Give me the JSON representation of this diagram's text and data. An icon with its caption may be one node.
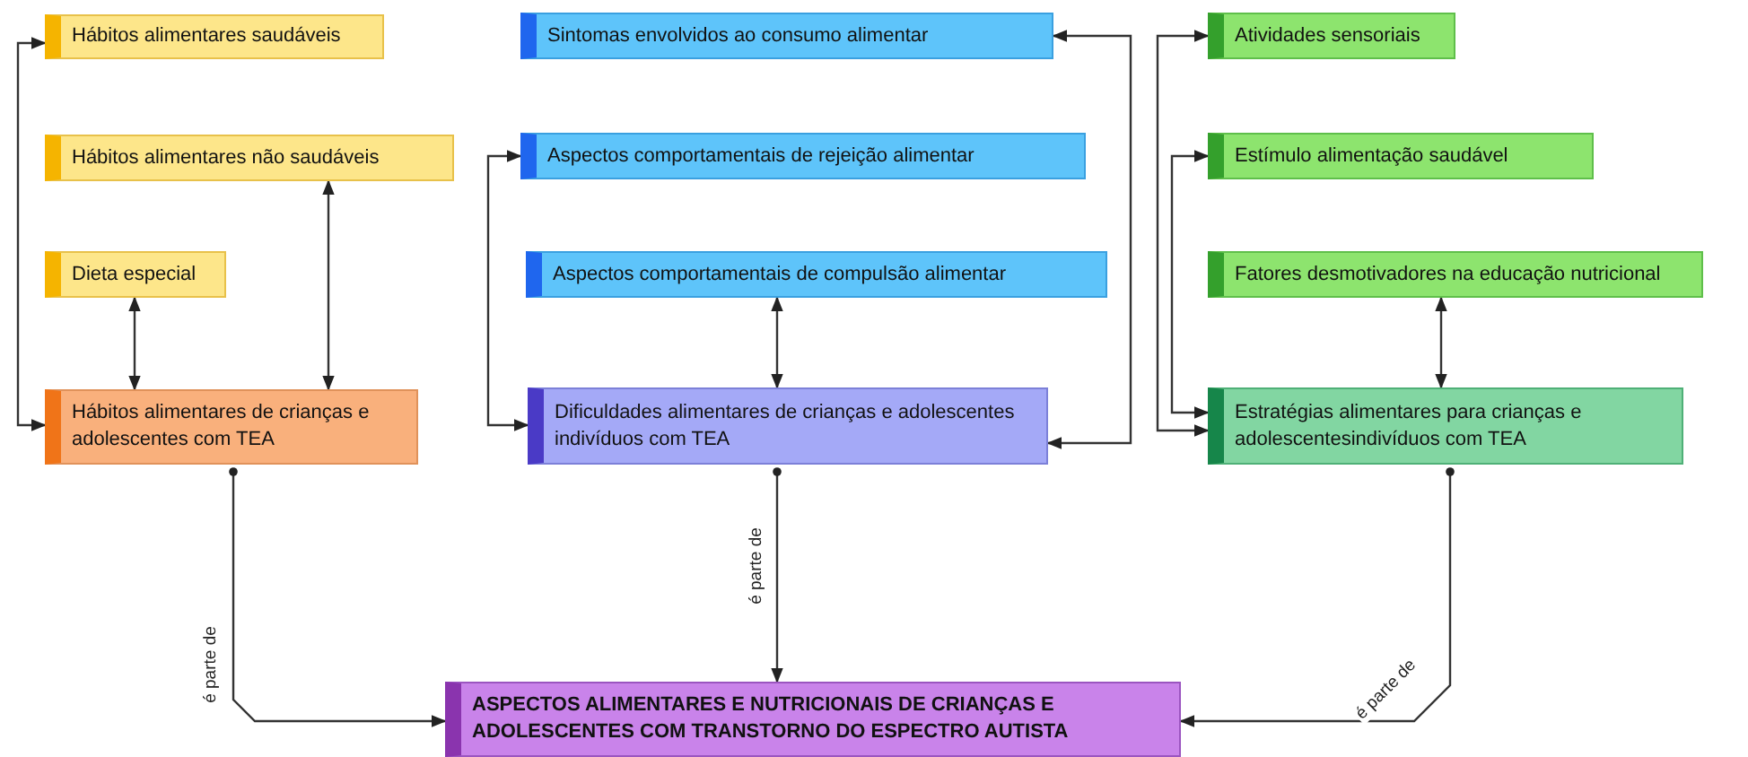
{
  "diagram": {
    "nodes": [
      {
        "text": [
          "Hábitos alimentares saudáveis"
        ]
      },
      {
        "text": [
          "Hábitos alimentares não saudáveis"
        ]
      },
      {
        "text": [
          "Dieta especial"
        ]
      },
      {
        "text": [
          "Hábitos alimentares de crianças e adolescentes com TEA"
        ]
      },
      {
        "text": [
          "Sintomas envolvidos ao consumo alimentar"
        ]
      },
      {
        "text": [
          "Aspectos comportamentais de rejeição alimentar"
        ]
      },
      {
        "text": [
          "Aspectos comportamentais de compulsão alimentar"
        ]
      },
      {
        "text": [
          "Dificuldades alimentares de crianças e adolescentes indivíduos com TEA"
        ]
      },
      {
        "text": [
          "Atividades sensoriais"
        ]
      },
      {
        "text": [
          "Estímulo alimentação saudável"
        ]
      },
      {
        "text": [
          "Fatores desmotivadores na educação nutricional"
        ]
      },
      {
        "text": [
          "Estratégias alimentares para crianças e adolescentesindivíduos com TEA"
        ]
      },
      {
        "text": [
          "ASPECTOS ALIMENTARES E NUTRICIONAIS DE CRIANÇAS E ADOLESCENTES COM TRANSTORNO DO ESPECTRO AUTISTA"
        ]
      }
    ],
    "edges": [
      {
        "from": 3,
        "to": 0,
        "arrow": "both"
      },
      {
        "from": 2,
        "to": 3,
        "arrow": "both"
      },
      {
        "from": 1,
        "to": 3,
        "arrow": "both"
      },
      {
        "from": 7,
        "to": 5,
        "arrow": "both"
      },
      {
        "from": 6,
        "to": 7,
        "arrow": "both"
      },
      {
        "from": 7,
        "to": 4,
        "arrow": "both"
      },
      {
        "from": 11,
        "to": 8,
        "arrow": "both"
      },
      {
        "from": 11,
        "to": 9,
        "arrow": "both"
      },
      {
        "from": 10,
        "to": 11,
        "arrow": "both"
      },
      {
        "from": 3,
        "to": 12,
        "arrow": "to",
        "label": "é parte de"
      },
      {
        "from": 7,
        "to": 12,
        "arrow": "to",
        "label": "é parte de"
      },
      {
        "from": 11,
        "to": 12,
        "arrow": "to",
        "label": "é parte de"
      }
    ]
  }
}
